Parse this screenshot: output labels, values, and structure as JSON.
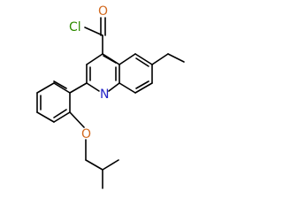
{
  "molecule": {
    "atoms": {
      "oxygen_carbonyl": "O",
      "chlorine": "Cl",
      "nitrogen": "N",
      "oxygen_ether": "O"
    },
    "colors": {
      "bond": "#000000",
      "oxygen": "#d2691e",
      "chlorine": "#2e8b00",
      "nitrogen": "#2323c8"
    }
  }
}
